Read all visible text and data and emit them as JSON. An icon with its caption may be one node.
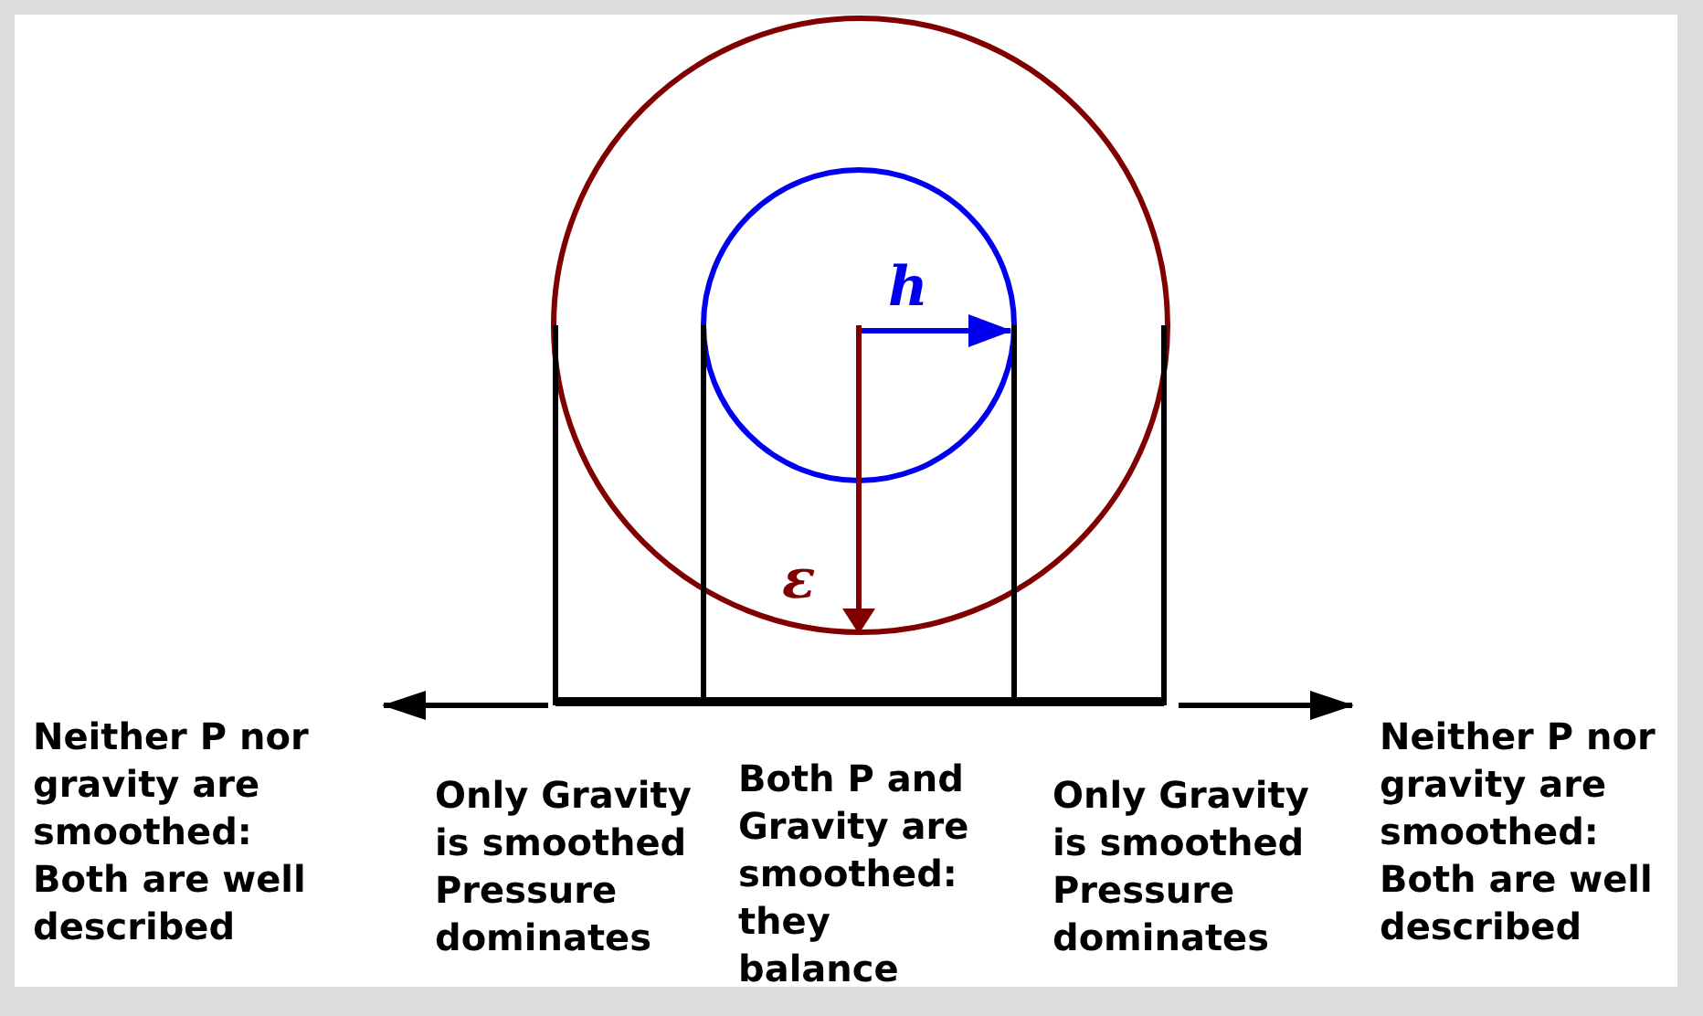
{
  "diagram": {
    "labels": [
      "h",
      "ε",
      "Neither P nor gravity are smoothed: Both are well described",
      "Only Gravity is smoothed Pressure dominates",
      "Both P and Gravity are smoothed: they balance",
      "Only Gravity is smoothed Pressure dominates",
      "Neither P nor gravity are smoothed: Both are well described"
    ]
  }
}
